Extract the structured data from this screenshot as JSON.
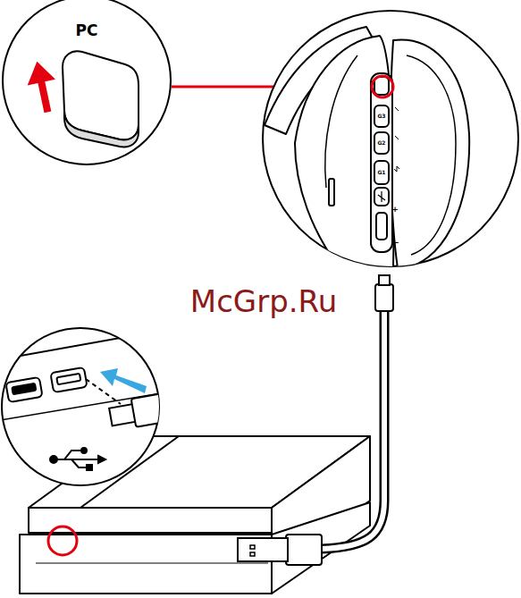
{
  "diagram": {
    "labels": [
      "PC",
      "G3",
      "G2",
      "G1",
      "+",
      "−",
      "McGrp.Ru"
    ]
  }
}
